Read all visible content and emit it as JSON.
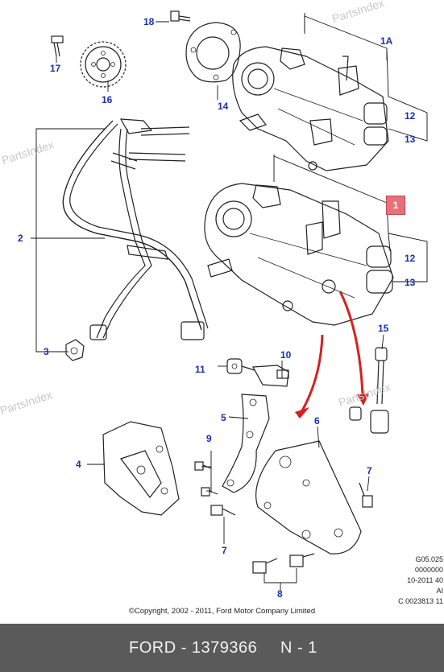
{
  "watermarks": [
    "PartsIndex",
    "PartsIndex",
    "PartsIndex"
  ],
  "callouts": {
    "c18": "18",
    "c17": "17",
    "c16": "16",
    "c14": "14",
    "c1A": "1A",
    "c12a": "12",
    "c13a": "13",
    "c1": "1",
    "c2": "2",
    "c12b": "12",
    "c13b": "13",
    "c3": "3",
    "c15": "15",
    "c10": "10",
    "c11": "11",
    "c5": "5",
    "c6": "6",
    "c4": "4",
    "c9": "9",
    "c7a": "7",
    "c7b": "7",
    "c8": "8"
  },
  "meta_lines": [
    "G05.025",
    "0000000",
    "10-2011 40",
    "AI",
    "C 0023813 11"
  ],
  "copyright": "©Copyright, 2002 - 2011, Ford Motor Company Limited",
  "footer": {
    "brand_part": "FORD - 1379366",
    "page": "N - 1"
  },
  "colors": {
    "callout_blue": "#1a2fb0",
    "highlight_red": "#e8707a",
    "arrow_red": "#d62020",
    "footer_bg": "#5a5a5a"
  }
}
